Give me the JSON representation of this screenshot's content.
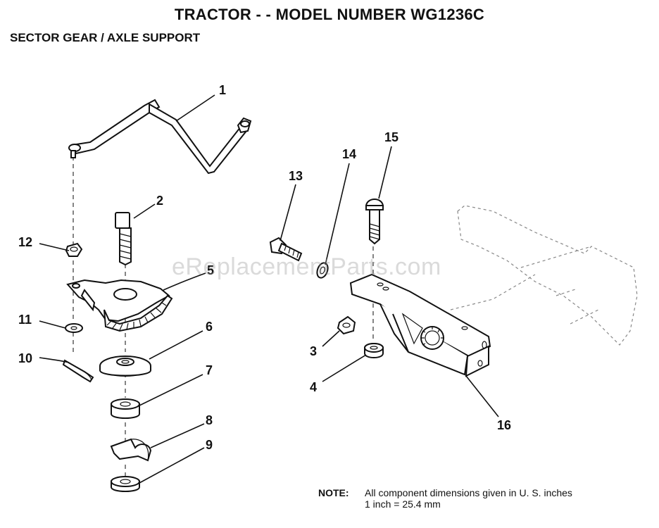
{
  "header": {
    "title": "TRACTOR - - MODEL NUMBER WG1236C",
    "subtitle": "SECTOR GEAR / AXLE SUPPORT"
  },
  "callouts": [
    "1",
    "2",
    "3",
    "4",
    "5",
    "6",
    "7",
    "8",
    "9",
    "10",
    "11",
    "12",
    "13",
    "14",
    "15",
    "16"
  ],
  "watermark": "eReplacementParts.com",
  "note": {
    "label": "NOTE:",
    "line1": "All component dimensions given in U. S. inches",
    "line2": "1 inch = 25.4 mm"
  }
}
